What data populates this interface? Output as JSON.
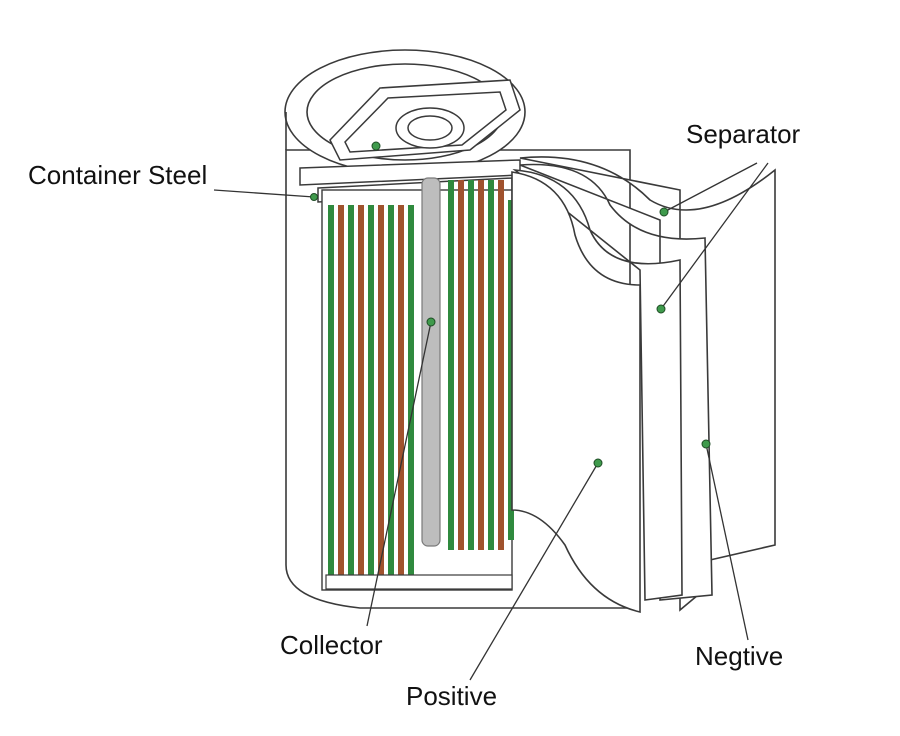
{
  "labels": {
    "container_steel": "Container Steel",
    "separator": "Separator",
    "collector": "Collector",
    "positive": "Positive",
    "negative": "Negtive"
  },
  "colors": {
    "outline": "#3a3a3a",
    "leader": "#333333",
    "positive_strip": "#2f8a3e",
    "negative_strip": "#a0522d",
    "collector_rod": "#bdbdbd",
    "marker": "#3f9a4c",
    "background": "#ffffff"
  }
}
